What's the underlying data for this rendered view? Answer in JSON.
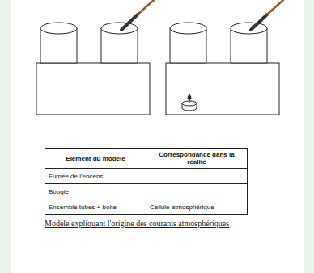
{
  "diagram": {
    "caption": "Modèle expliquant l'origine des courants atmosphériques",
    "labels": [
      "Elément du modèle",
      "Correspondance dans la réalité",
      "Fumée de l'encens",
      "Bougie",
      "Ensemble tubes + boite",
      "Cellule atmosphérique"
    ]
  }
}
